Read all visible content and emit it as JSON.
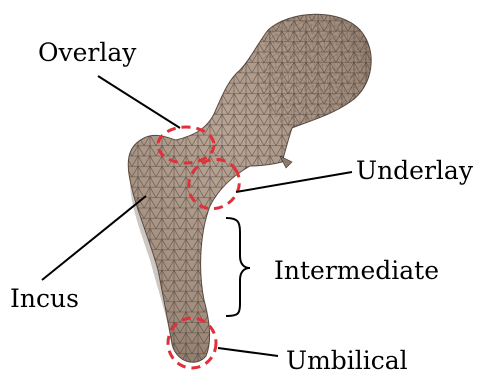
{
  "diagram": {
    "subject": "ossicle-mesh",
    "colors": {
      "mesh_fill": "#a89484",
      "mesh_edge": "#3e332c",
      "mesh_shadow": "#6f5f53",
      "marker": "#e0303a",
      "annotation_line": "#000000"
    },
    "labels": {
      "overlay": "Overlay",
      "underlay": "Underlay",
      "intermediate": "Intermediate",
      "incus": "Incus",
      "umbilical": "Umbilical"
    }
  }
}
